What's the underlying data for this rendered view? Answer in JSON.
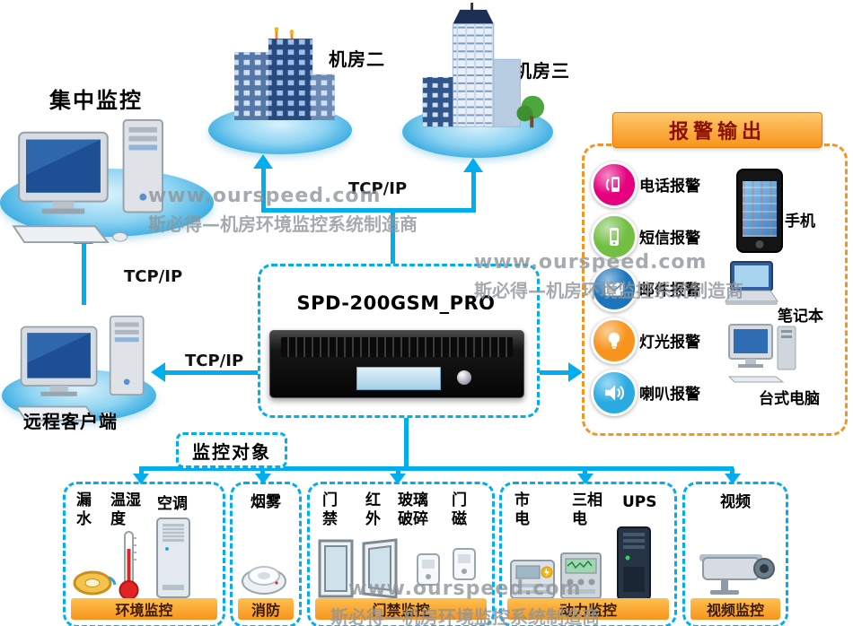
{
  "watermark": {
    "line1": "www.ourspeed.com",
    "line2": "斯必得—机房环境监控系统制造商"
  },
  "links": {
    "tcpip": "TCP/IP"
  },
  "nodes": {
    "central_label": "集中监控",
    "room2_label": "机房二",
    "room3_label": "机房三",
    "remote_label": "远程客户端"
  },
  "device": {
    "model": "SPD-200GSM_PRO"
  },
  "alarm": {
    "title": "报警输出",
    "items": [
      {
        "label": "电话报警",
        "color": "#e5007d"
      },
      {
        "label": "短信报警",
        "color": "#72bf44"
      },
      {
        "label": "邮件报警",
        "color": "#1c75bc"
      },
      {
        "label": "灯光报警",
        "color": "#f7941d"
      },
      {
        "label": "喇叭报警",
        "color": "#29abe2"
      }
    ],
    "devices": [
      {
        "label": "手机"
      },
      {
        "label": "笔记本"
      },
      {
        "label": "台式电脑"
      }
    ]
  },
  "monitor": {
    "title": "监控对象",
    "groups": [
      {
        "footer": "环境监控",
        "items": [
          {
            "label": "漏水"
          },
          {
            "label": "温湿度"
          },
          {
            "label": "空调"
          }
        ]
      },
      {
        "footer": "消防",
        "items": [
          {
            "label": "烟雾"
          }
        ]
      },
      {
        "footer": "门禁监控",
        "items": [
          {
            "label": "门禁"
          },
          {
            "label": "红外"
          },
          {
            "label": "玻璃破碎"
          },
          {
            "label": "门磁"
          }
        ]
      },
      {
        "footer": "动力监控",
        "items": [
          {
            "label": "市电"
          },
          {
            "label": "三相电"
          },
          {
            "label": "UPS"
          }
        ]
      },
      {
        "footer": "视频监控",
        "items": [
          {
            "label": "视频"
          }
        ]
      }
    ]
  },
  "colors": {
    "arrow": "#00aeef",
    "panel_border": "#f7941d"
  }
}
